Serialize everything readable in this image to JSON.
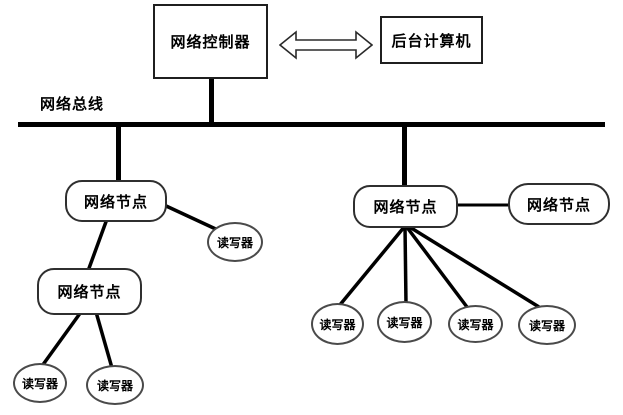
{
  "diagram": {
    "controller_label": "网络控制器",
    "computer_label": "后台计算机",
    "bus_label": "网络总线",
    "nodes": [
      {
        "label": "网络节点"
      },
      {
        "label": "网络节点"
      },
      {
        "label": "网络节点"
      },
      {
        "label": "网络节点"
      }
    ],
    "readers": [
      {
        "label": "读写器"
      },
      {
        "label": "读写器"
      },
      {
        "label": "读写器"
      },
      {
        "label": "读写器"
      },
      {
        "label": "读写器"
      },
      {
        "label": "读写器"
      },
      {
        "label": "读写器"
      }
    ],
    "colors": {
      "line": "#000000",
      "box_border": "#1f1f1f",
      "node_border": "#2f2f2f",
      "ellipse_border": "#4a4a4a",
      "background": "#ffffff",
      "text": "#000000"
    }
  }
}
